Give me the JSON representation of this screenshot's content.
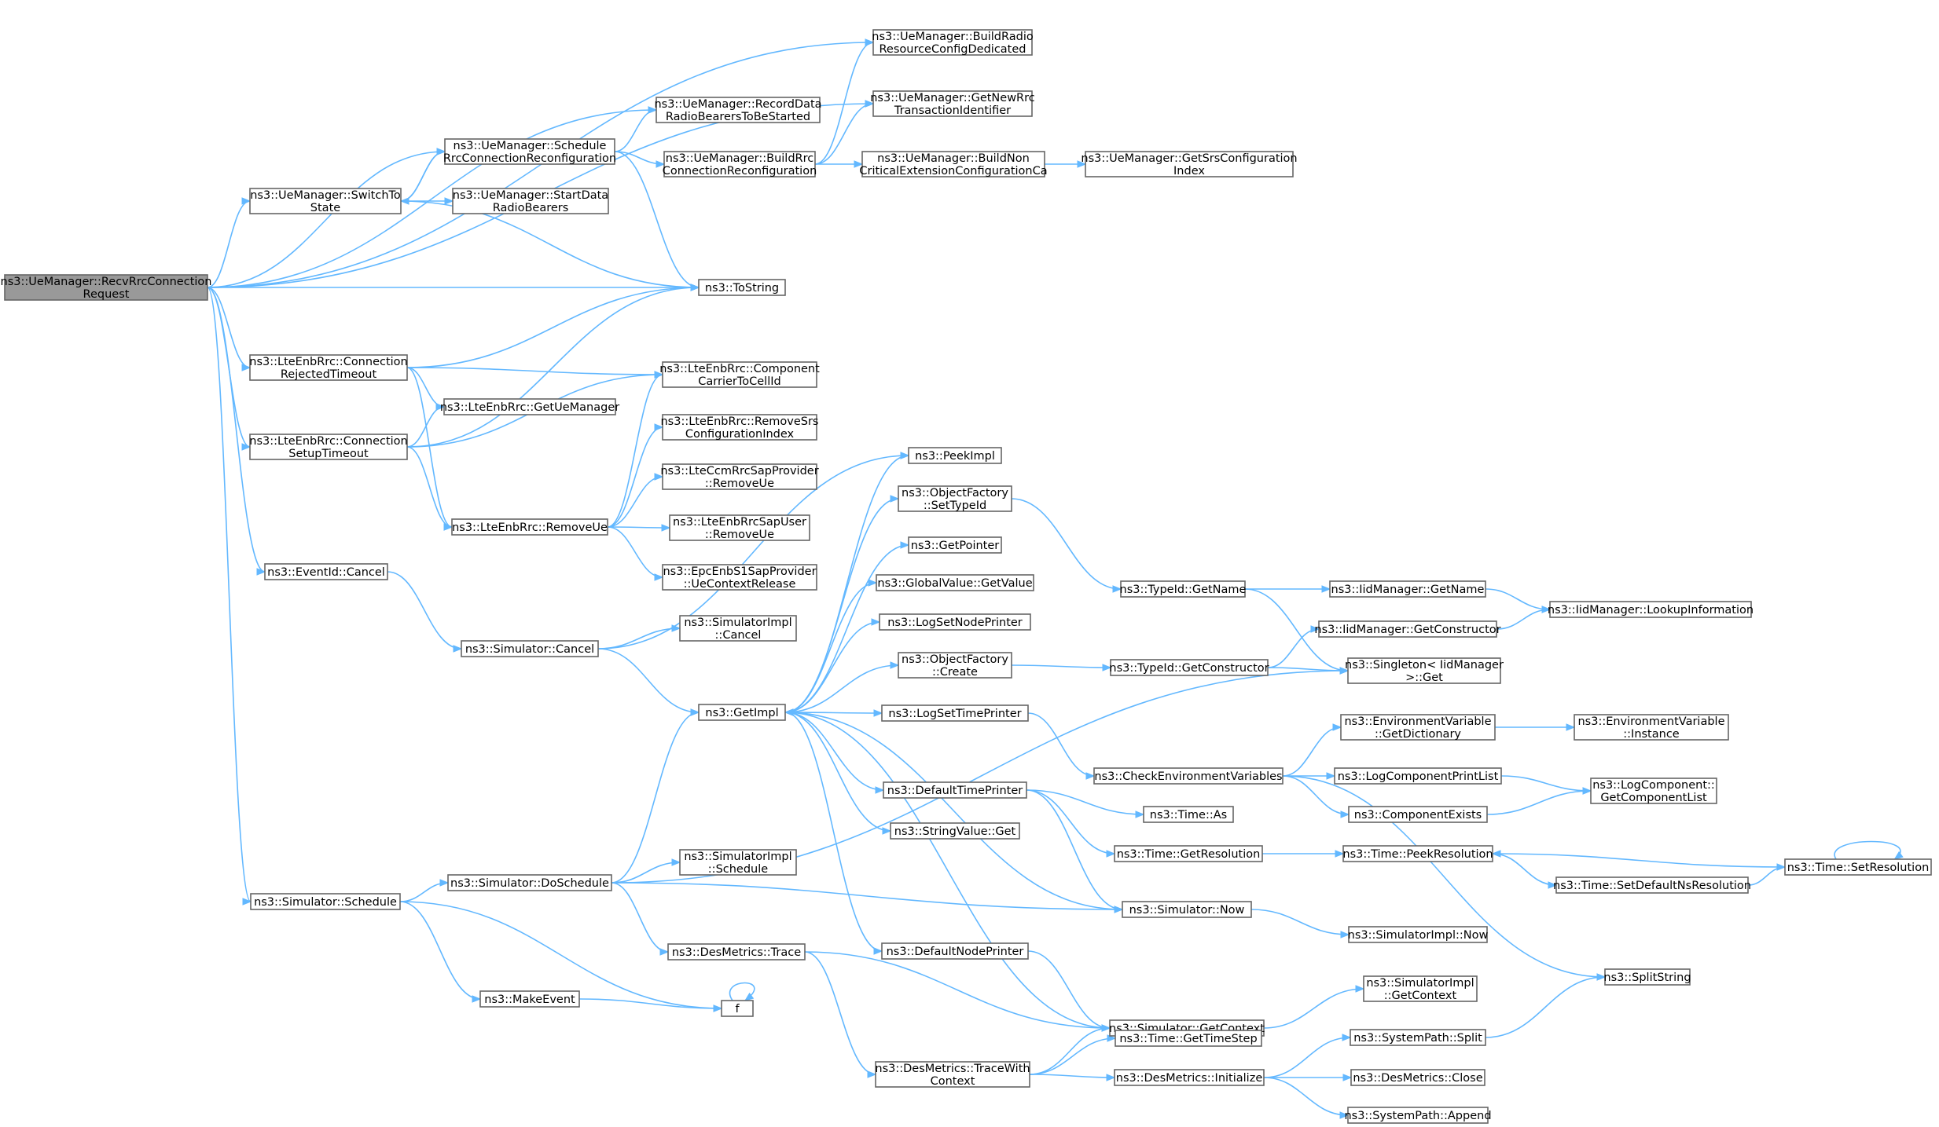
{
  "nodes": [
    {
      "id": "root",
      "lines": [
        "ns3::UeManager::RecvRrcConnection",
        "Request"
      ]
    },
    {
      "id": "switchToState",
      "lines": [
        "ns3::UeManager::SwitchTo",
        "State"
      ]
    },
    {
      "id": "scheduleRrc",
      "lines": [
        "ns3::UeManager::Schedule",
        "RrcConnectionReconfiguration"
      ]
    },
    {
      "id": "startData",
      "lines": [
        "ns3::UeManager::StartData",
        "RadioBearers"
      ]
    },
    {
      "id": "recordData",
      "lines": [
        "ns3::UeManager::RecordData",
        "RadioBearersToBeStarted"
      ]
    },
    {
      "id": "buildRrcConn",
      "lines": [
        "ns3::UeManager::BuildRrc",
        "ConnectionReconfiguration"
      ]
    },
    {
      "id": "buildRadio",
      "lines": [
        "ns3::UeManager::BuildRadio",
        "ResourceConfigDedicated"
      ]
    },
    {
      "id": "getNewRrc",
      "lines": [
        "ns3::UeManager::GetNewRrc",
        "TransactionIdentifier"
      ]
    },
    {
      "id": "buildNonCrit",
      "lines": [
        "ns3::UeManager::BuildNon",
        "CriticalExtensionConfigurationCa"
      ]
    },
    {
      "id": "getSrsConfig",
      "lines": [
        "ns3::UeManager::GetSrsConfiguration",
        "Index"
      ]
    },
    {
      "id": "toString",
      "lines": [
        "ns3::ToString"
      ]
    },
    {
      "id": "connRejected",
      "lines": [
        "ns3::LteEnbRrc::Connection",
        "RejectedTimeout"
      ]
    },
    {
      "id": "componentCarrier",
      "lines": [
        "ns3::LteEnbRrc::Component",
        "CarrierToCellId"
      ]
    },
    {
      "id": "getUeManager",
      "lines": [
        "ns3::LteEnbRrc::GetUeManager"
      ]
    },
    {
      "id": "connSetup",
      "lines": [
        "ns3::LteEnbRrc::Connection",
        "SetupTimeout"
      ]
    },
    {
      "id": "removeSrs",
      "lines": [
        "ns3::LteEnbRrc::RemoveSrs",
        "ConfigurationIndex"
      ]
    },
    {
      "id": "removeUe",
      "lines": [
        "ns3::LteEnbRrc::RemoveUe"
      ]
    },
    {
      "id": "ccmRemoveUe",
      "lines": [
        "ns3::LteCcmRrcSapProvider",
        "::RemoveUe"
      ]
    },
    {
      "id": "rrcSapRemoveUe",
      "lines": [
        "ns3::LteEnbRrcSapUser",
        "::RemoveUe"
      ]
    },
    {
      "id": "ueContextRelease",
      "lines": [
        "ns3::EpcEnbS1SapProvider",
        "::UeContextRelease"
      ]
    },
    {
      "id": "eventCancel",
      "lines": [
        "ns3::EventId::Cancel"
      ]
    },
    {
      "id": "simCancel",
      "lines": [
        "ns3::Simulator::Cancel"
      ]
    },
    {
      "id": "simImplCancel",
      "lines": [
        "ns3::SimulatorImpl",
        "::Cancel"
      ]
    },
    {
      "id": "getImpl",
      "lines": [
        "ns3::GetImpl"
      ]
    },
    {
      "id": "peekImpl",
      "lines": [
        "ns3::PeekImpl"
      ]
    },
    {
      "id": "ofSetTypeId",
      "lines": [
        "ns3::ObjectFactory",
        "::SetTypeId"
      ]
    },
    {
      "id": "getPointer",
      "lines": [
        "ns3::GetPointer"
      ]
    },
    {
      "id": "globalGetValue",
      "lines": [
        "ns3::GlobalValue::GetValue"
      ]
    },
    {
      "id": "logSetNodePrinter",
      "lines": [
        "ns3::LogSetNodePrinter"
      ]
    },
    {
      "id": "ofCreate",
      "lines": [
        "ns3::ObjectFactory",
        "::Create"
      ]
    },
    {
      "id": "logSetTimePrinter",
      "lines": [
        "ns3::LogSetTimePrinter"
      ]
    },
    {
      "id": "defaultTimePrinter",
      "lines": [
        "ns3::DefaultTimePrinter"
      ]
    },
    {
      "id": "stringValueGet",
      "lines": [
        "ns3::StringValue::Get"
      ]
    },
    {
      "id": "defaultNodePrinter",
      "lines": [
        "ns3::DefaultNodePrinter"
      ]
    },
    {
      "id": "typeIdGetName",
      "lines": [
        "ns3::TypeId::GetName"
      ]
    },
    {
      "id": "typeIdGetConstructor",
      "lines": [
        "ns3::TypeId::GetConstructor"
      ]
    },
    {
      "id": "iidGetName",
      "lines": [
        "ns3::IidManager::GetName"
      ]
    },
    {
      "id": "iidGetConstructor",
      "lines": [
        "ns3::IidManager::GetConstructor"
      ]
    },
    {
      "id": "iidLookup",
      "lines": [
        "ns3::IidManager::LookupInformation"
      ]
    },
    {
      "id": "singletonGet",
      "lines": [
        "ns3::Singleton< IidManager",
        ">::Get"
      ]
    },
    {
      "id": "checkEnv",
      "lines": [
        "ns3::CheckEnvironmentVariables"
      ]
    },
    {
      "id": "envGetDict",
      "lines": [
        "ns3::EnvironmentVariable",
        "::GetDictionary"
      ]
    },
    {
      "id": "envInstance",
      "lines": [
        "ns3::EnvironmentVariable",
        "::Instance"
      ]
    },
    {
      "id": "logComponentPrintList",
      "lines": [
        "ns3::LogComponentPrintList"
      ]
    },
    {
      "id": "componentExists",
      "lines": [
        "ns3::ComponentExists"
      ]
    },
    {
      "id": "getComponentList",
      "lines": [
        "ns3::LogComponent::",
        "GetComponentList"
      ]
    },
    {
      "id": "timeAs",
      "lines": [
        "ns3::Time::As"
      ]
    },
    {
      "id": "timeGetResolution",
      "lines": [
        "ns3::Time::GetResolution"
      ]
    },
    {
      "id": "timePeekResolution",
      "lines": [
        "ns3::Time::PeekResolution"
      ]
    },
    {
      "id": "timeSetDefaultNs",
      "lines": [
        "ns3::Time::SetDefaultNsResolution"
      ]
    },
    {
      "id": "timeSetResolution",
      "lines": [
        "ns3::Time::SetResolution"
      ]
    },
    {
      "id": "simSchedule",
      "lines": [
        "ns3::Simulator::Schedule"
      ]
    },
    {
      "id": "simDoSchedule",
      "lines": [
        "ns3::Simulator::DoSchedule"
      ]
    },
    {
      "id": "simImplSchedule",
      "lines": [
        "ns3::SimulatorImpl",
        "::Schedule"
      ]
    },
    {
      "id": "simNow",
      "lines": [
        "ns3::Simulator::Now"
      ]
    },
    {
      "id": "simImplNow",
      "lines": [
        "ns3::SimulatorImpl::Now"
      ]
    },
    {
      "id": "desTrace",
      "lines": [
        "ns3::DesMetrics::Trace"
      ]
    },
    {
      "id": "simGetContext",
      "lines": [
        "ns3::Simulator::GetContext"
      ]
    },
    {
      "id": "simImplGetContext",
      "lines": [
        "ns3::SimulatorImpl",
        "::GetContext"
      ]
    },
    {
      "id": "makeEvent",
      "lines": [
        "ns3::MakeEvent"
      ]
    },
    {
      "id": "f",
      "lines": [
        "f"
      ]
    },
    {
      "id": "desTraceWithContext",
      "lines": [
        "ns3::DesMetrics::TraceWith",
        "Context"
      ]
    },
    {
      "id": "timeGetTimeStep",
      "lines": [
        "ns3::Time::GetTimeStep"
      ]
    },
    {
      "id": "desInitialize",
      "lines": [
        "ns3::DesMetrics::Initialize"
      ]
    },
    {
      "id": "splitString",
      "lines": [
        "ns3::SplitString"
      ]
    },
    {
      "id": "sysPathSplit",
      "lines": [
        "ns3::SystemPath::Split"
      ]
    },
    {
      "id": "desClose",
      "lines": [
        "ns3::DesMetrics::Close"
      ]
    },
    {
      "id": "sysPathAppend",
      "lines": [
        "ns3::SystemPath::Append"
      ]
    }
  ],
  "edges": [
    [
      "root",
      "buildRadio"
    ],
    [
      "root",
      "getNewRrc"
    ],
    [
      "root",
      "recordData"
    ],
    [
      "root",
      "scheduleRrc"
    ],
    [
      "root",
      "switchToState"
    ],
    [
      "root",
      "toString"
    ],
    [
      "root",
      "connRejected"
    ],
    [
      "root",
      "connSetup"
    ],
    [
      "root",
      "eventCancel"
    ],
    [
      "root",
      "simSchedule"
    ],
    [
      "switchToState",
      "scheduleRrc"
    ],
    [
      "switchToState",
      "startData"
    ],
    [
      "switchToState",
      "toString"
    ],
    [
      "scheduleRrc",
      "switchToState"
    ],
    [
      "scheduleRrc",
      "recordData"
    ],
    [
      "scheduleRrc",
      "buildRrcConn"
    ],
    [
      "scheduleRrc",
      "toString"
    ],
    [
      "buildRrcConn",
      "buildRadio"
    ],
    [
      "buildRrcConn",
      "getNewRrc"
    ],
    [
      "buildRrcConn",
      "buildNonCrit"
    ],
    [
      "buildNonCrit",
      "getSrsConfig"
    ],
    [
      "connRejected",
      "toString"
    ],
    [
      "connRejected",
      "componentCarrier"
    ],
    [
      "connRejected",
      "getUeManager"
    ],
    [
      "connRejected",
      "removeUe"
    ],
    [
      "connSetup",
      "toString"
    ],
    [
      "connSetup",
      "componentCarrier"
    ],
    [
      "connSetup",
      "getUeManager"
    ],
    [
      "connSetup",
      "removeUe"
    ],
    [
      "removeUe",
      "componentCarrier"
    ],
    [
      "removeUe",
      "removeSrs"
    ],
    [
      "removeUe",
      "ccmRemoveUe"
    ],
    [
      "removeUe",
      "rrcSapRemoveUe"
    ],
    [
      "removeUe",
      "ueContextRelease"
    ],
    [
      "eventCancel",
      "simCancel"
    ],
    [
      "simCancel",
      "simImplCancel"
    ],
    [
      "simCancel",
      "getImpl"
    ],
    [
      "simCancel",
      "peekImpl"
    ],
    [
      "getImpl",
      "peekImpl"
    ],
    [
      "getImpl",
      "ofSetTypeId"
    ],
    [
      "getImpl",
      "getPointer"
    ],
    [
      "getImpl",
      "globalGetValue"
    ],
    [
      "getImpl",
      "logSetNodePrinter"
    ],
    [
      "getImpl",
      "ofCreate"
    ],
    [
      "getImpl",
      "logSetTimePrinter"
    ],
    [
      "getImpl",
      "defaultTimePrinter"
    ],
    [
      "getImpl",
      "stringValueGet"
    ],
    [
      "getImpl",
      "defaultNodePrinter"
    ],
    [
      "ofSetTypeId",
      "typeIdGetName"
    ],
    [
      "ofCreate",
      "typeIdGetConstructor"
    ],
    [
      "typeIdGetName",
      "iidGetName"
    ],
    [
      "typeIdGetName",
      "singletonGet"
    ],
    [
      "typeIdGetConstructor",
      "iidGetConstructor"
    ],
    [
      "typeIdGetConstructor",
      "singletonGet"
    ],
    [
      "iidGetName",
      "iidLookup"
    ],
    [
      "iidGetConstructor",
      "iidLookup"
    ],
    [
      "logSetTimePrinter",
      "checkEnv"
    ],
    [
      "checkEnv",
      "envGetDict"
    ],
    [
      "checkEnv",
      "logComponentPrintList"
    ],
    [
      "checkEnv",
      "componentExists"
    ],
    [
      "checkEnv",
      "splitString"
    ],
    [
      "envGetDict",
      "envInstance"
    ],
    [
      "logComponentPrintList",
      "getComponentList"
    ],
    [
      "componentExists",
      "getComponentList"
    ],
    [
      "defaultTimePrinter",
      "timeAs"
    ],
    [
      "defaultTimePrinter",
      "timeGetResolution"
    ],
    [
      "defaultTimePrinter",
      "simNow"
    ],
    [
      "timeGetResolution",
      "timePeekResolution"
    ],
    [
      "timePeekResolution",
      "timeSetDefaultNs"
    ],
    [
      "timeSetDefaultNs",
      "timeSetResolution"
    ],
    [
      "timeSetResolution",
      "timePeekResolution"
    ],
    [
      "timeSetResolution",
      "timeSetResolution"
    ],
    [
      "defaultNodePrinter",
      "simGetContext"
    ],
    [
      "simSchedule",
      "simDoSchedule"
    ],
    [
      "simSchedule",
      "makeEvent"
    ],
    [
      "simSchedule",
      "f"
    ],
    [
      "simDoSchedule",
      "getImpl"
    ],
    [
      "simDoSchedule",
      "singletonGet"
    ],
    [
      "simDoSchedule",
      "simImplSchedule"
    ],
    [
      "simDoSchedule",
      "simNow"
    ],
    [
      "simDoSchedule",
      "desTrace"
    ],
    [
      "simNow",
      "getImpl"
    ],
    [
      "simNow",
      "simImplNow"
    ],
    [
      "desTrace",
      "simGetContext"
    ],
    [
      "desTrace",
      "desTraceWithContext"
    ],
    [
      "simGetContext",
      "getImpl"
    ],
    [
      "simGetContext",
      "simImplGetContext"
    ],
    [
      "makeEvent",
      "f"
    ],
    [
      "f",
      "f"
    ],
    [
      "desTraceWithContext",
      "simGetContext"
    ],
    [
      "desTraceWithContext",
      "timeGetTimeStep"
    ],
    [
      "desTraceWithContext",
      "desInitialize"
    ],
    [
      "desInitialize",
      "sysPathSplit"
    ],
    [
      "desInitialize",
      "desClose"
    ],
    [
      "desInitialize",
      "sysPathAppend"
    ],
    [
      "sysPathSplit",
      "splitString"
    ]
  ],
  "colors": {
    "edge": "#63b8ff",
    "root_fill": "#999999",
    "node_fill": "#ffffff",
    "node_stroke": "#666666"
  }
}
